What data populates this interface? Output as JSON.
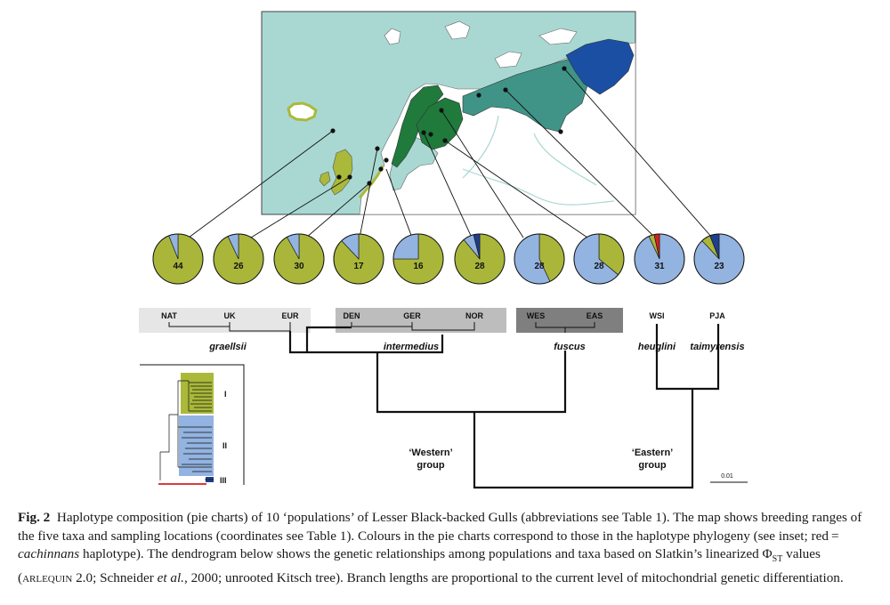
{
  "colors": {
    "sea": "#a9d8d3",
    "land": "#ffffff",
    "graellsii": "#aab93a",
    "intermedius": "#1f7a3c",
    "fuscus": "#2d7c72",
    "heuglini": "#3f9487",
    "taimyrensis": "#1a4fa3",
    "hapII": "#93b3e0",
    "hapIII": "#1e3f8c",
    "cachinnans": "#d42020",
    "pieOlive": "#a9b63a"
  },
  "pies": [
    {
      "n": "44",
      "slices": [
        {
          "hap": "I",
          "frac": 0.94
        },
        {
          "hap": "II",
          "frac": 0.06
        }
      ]
    },
    {
      "n": "26",
      "slices": [
        {
          "hap": "I",
          "frac": 0.93
        },
        {
          "hap": "II",
          "frac": 0.07
        }
      ]
    },
    {
      "n": "30",
      "slices": [
        {
          "hap": "I",
          "frac": 0.92
        },
        {
          "hap": "II",
          "frac": 0.08
        }
      ]
    },
    {
      "n": "17",
      "slices": [
        {
          "hap": "I",
          "frac": 0.88
        },
        {
          "hap": "II",
          "frac": 0.12
        }
      ]
    },
    {
      "n": "16",
      "slices": [
        {
          "hap": "I",
          "frac": 0.75
        },
        {
          "hap": "II",
          "frac": 0.25
        }
      ]
    },
    {
      "n": "28",
      "slices": [
        {
          "hap": "I",
          "frac": 0.89
        },
        {
          "hap": "II",
          "frac": 0.07
        },
        {
          "hap": "III",
          "frac": 0.04
        }
      ]
    },
    {
      "n": "28",
      "slices": [
        {
          "hap": "I",
          "frac": 0.43
        },
        {
          "hap": "II",
          "frac": 0.57
        }
      ]
    },
    {
      "n": "28",
      "slices": [
        {
          "hap": "I",
          "frac": 0.36
        },
        {
          "hap": "II",
          "frac": 0.64
        }
      ]
    },
    {
      "n": "31",
      "slices": [
        {
          "hap": "II",
          "frac": 0.93
        },
        {
          "hap": "I",
          "frac": 0.035
        },
        {
          "hap": "cachinnans",
          "frac": 0.035
        }
      ]
    },
    {
      "n": "23",
      "slices": [
        {
          "hap": "II",
          "frac": 0.88
        },
        {
          "hap": "I",
          "frac": 0.06
        },
        {
          "hap": "III",
          "frac": 0.06
        }
      ]
    }
  ],
  "dendrogram": {
    "populations": [
      "NAT",
      "UK",
      "EUR",
      "DEN",
      "GER",
      "NOR",
      "WES",
      "EAS",
      "WSI",
      "PJA"
    ],
    "taxa": [
      "graellsii",
      "intermedius",
      "fuscus",
      "heuglini",
      "taimyrensis"
    ],
    "groups": [
      "'Western'\ngroup",
      "'Eastern'\ngroup"
    ],
    "scale": "0.01"
  },
  "inset": {
    "clades": [
      "I",
      "II",
      "III"
    ]
  },
  "caption": {
    "fig_label": "Fig. 2",
    "t1": "Haplotype composition (pie charts) of 10 ‘populations’ of Lesser Black-backed Gulls (abbreviations see Table 1). The map shows breeding ranges of the five taxa and sampling locations (coordinates see Table 1). Colours in the pie charts correspond to those in the haplotype phylogeny (see inset; red = ",
    "t1_it": "cachinnans",
    "t2": " haplotype). The dendrogram below shows the genetic relationships among populations and taxa based on Slatkin’s linearized Φ",
    "t2_sub": "ST",
    "t3": " values (",
    "t3_sc": "arlequin",
    "t4": " 2.0; Schneider ",
    "t4_it": "et al.",
    "t5": ", 2000; unrooted Kitsch tree). Branch lengths are proportional to the current level of mitochondrial genetic differentiation."
  }
}
